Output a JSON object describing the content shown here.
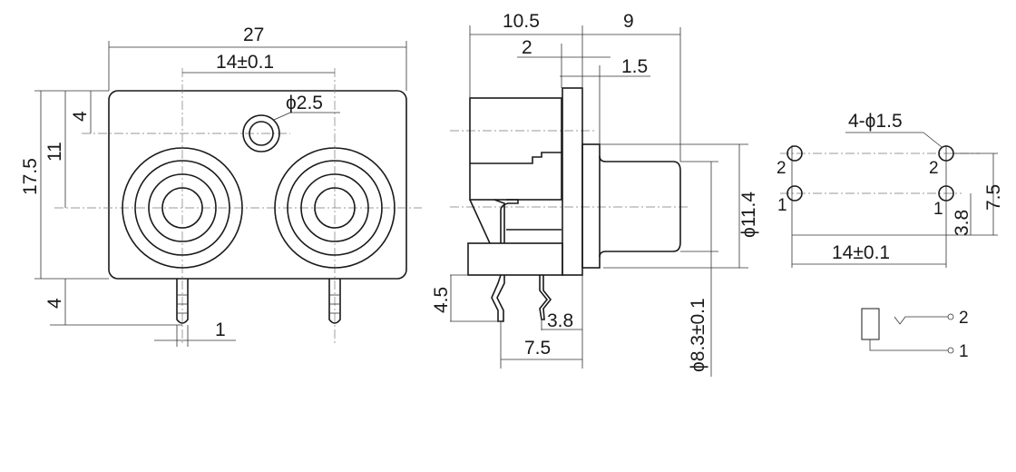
{
  "front_view": {
    "width": "27",
    "jack_spacing": "14±0.1",
    "hole_diameter": "ϕ2.5",
    "height": "17.5",
    "center_height": "11",
    "hole_offset": "4",
    "pin_length": "4",
    "pin_width": "1"
  },
  "side_view": {
    "body_depth": "10.5",
    "barrel_length": "9",
    "flange": "2",
    "nut": "1.5",
    "outer_diameter": "ϕ11.4",
    "inner_diameter": "ϕ8.3±0.1",
    "pin_drop": "4.5",
    "pin_offset_front": "3.8",
    "pin_offset_rear": "7.5"
  },
  "footprint": {
    "holes": "4-ϕ1.5",
    "row_spacing": "7.5",
    "row_offset": "3.8",
    "column_spacing": "14±0.1",
    "pin_labels": [
      "2",
      "2",
      "1",
      "1"
    ]
  },
  "schematic": {
    "pins": [
      "2",
      "1"
    ]
  }
}
